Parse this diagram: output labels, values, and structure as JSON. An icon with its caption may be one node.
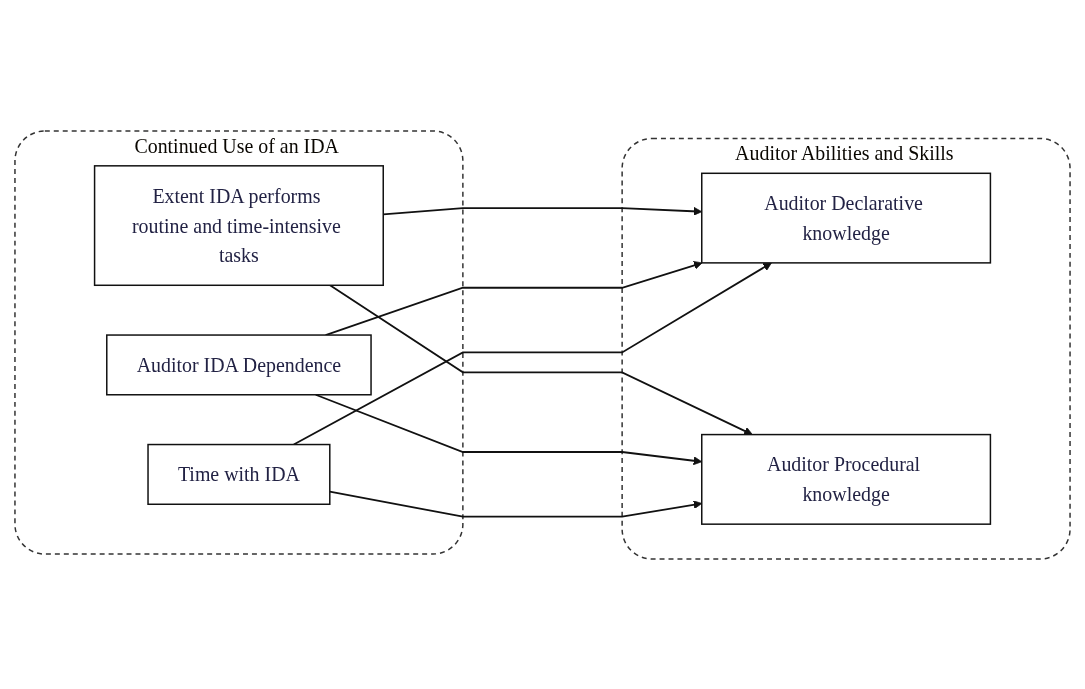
{
  "diagram": {
    "nodes": [
      {
        "text": [
          "Continued Use of an IDA"
        ]
      },
      {
        "text": [
          "Extent IDA performs routine and time-intensive tasks"
        ],
        "in": 0
      },
      {
        "text": [
          "Auditor IDA Dependence"
        ],
        "in": 0
      },
      {
        "text": [
          "Time with IDA"
        ],
        "in": 0
      },
      {
        "text": [
          "Auditor Abilities and Skills"
        ]
      },
      {
        "text": [
          "Auditor Declarative knowledge"
        ],
        "in": 4
      },
      {
        "text": [
          "Auditor Procedural knowledge"
        ],
        "in": 4
      }
    ],
    "edges": [
      {
        "from": 1,
        "to": 5,
        "arrow": "to"
      },
      {
        "from": 1,
        "to": 6,
        "arrow": "to"
      },
      {
        "from": 2,
        "to": 5,
        "arrow": "to"
      },
      {
        "from": 2,
        "to": 6,
        "arrow": "to"
      },
      {
        "from": 3,
        "to": 5,
        "arrow": "to"
      },
      {
        "from": 3,
        "to": 6,
        "arrow": "to"
      }
    ]
  }
}
